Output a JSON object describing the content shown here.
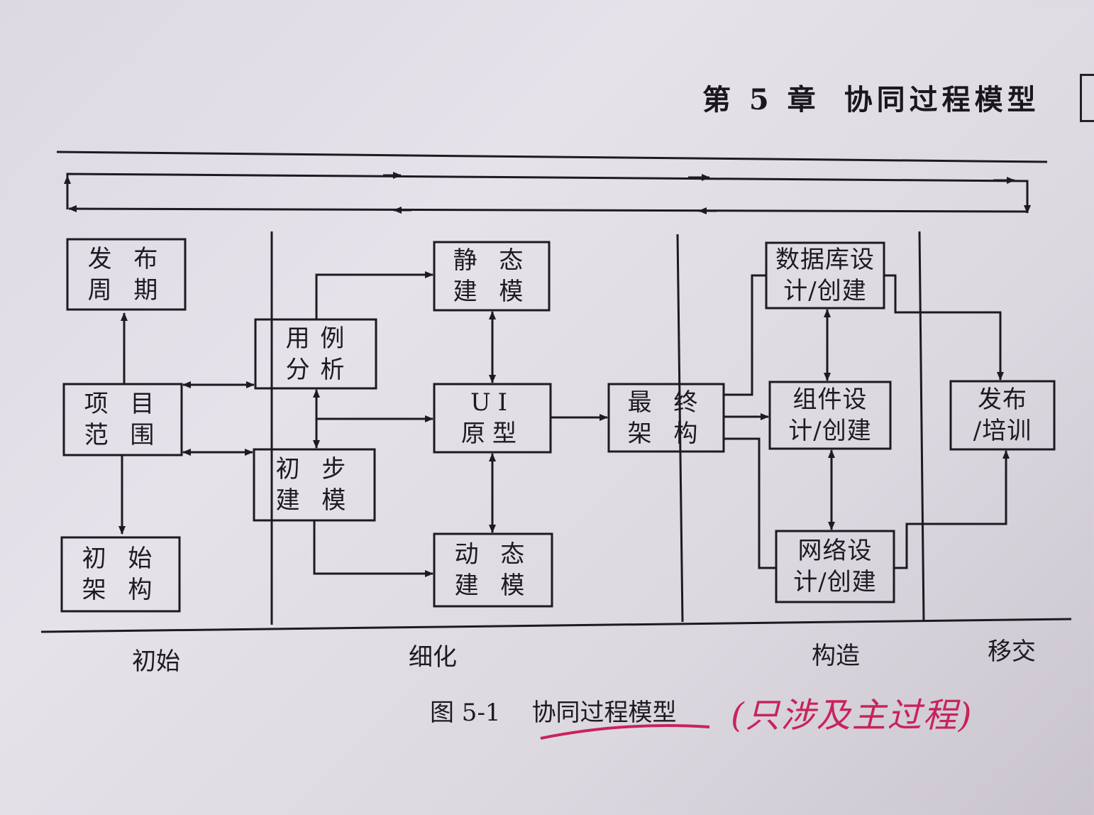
{
  "chapter_header": {
    "chapter": "第 5 章",
    "title": "协同过程模型"
  },
  "boxes": {
    "release_cycle": "发 布\n周 期",
    "project_scope": "项 目\n范 围",
    "initial_architecture": "初 始\n架 构",
    "use_case_analysis": "用   例\n分   析",
    "preliminary_modeling": "初 步\n建 模",
    "static_modeling": "静 态\n建 模",
    "ui_prototype": "UI\n原型",
    "dynamic_modeling": "动 态\n建 模",
    "final_architecture": "最 终\n架 构",
    "database_design": "数据库设\n计/创建",
    "component_design": "组件设\n计/创建",
    "network_design": "网络设\n计/创建",
    "release_training": "发布\n/培训"
  },
  "phases": {
    "inception": "初始",
    "elaboration": "细化",
    "construction": "构造",
    "transition": "移交"
  },
  "caption": {
    "figure_number": "图 5-1",
    "title": "协同过程模型"
  },
  "annotation": {
    "handwritten_note": "(只涉及主过程)",
    "ink_color": "#c8235a"
  }
}
